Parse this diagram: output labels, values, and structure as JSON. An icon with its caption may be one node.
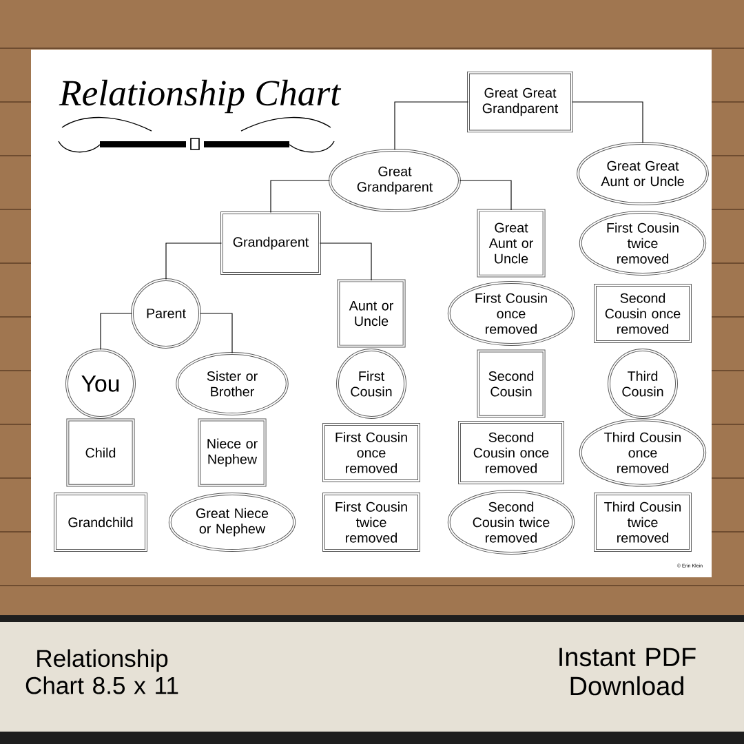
{
  "diagram": {
    "title": "Relationship Chart",
    "nodes": [
      {
        "text": [
          "Great Great Grandparent"
        ]
      },
      {
        "text": [
          "Great Grandparent"
        ]
      },
      {
        "text": [
          "Great Great Aunt or Uncle"
        ]
      },
      {
        "text": [
          "Grandparent"
        ]
      },
      {
        "text": [
          "Great Aunt or Uncle"
        ]
      },
      {
        "text": [
          "First Cousin twice removed"
        ]
      },
      {
        "text": [
          "Parent"
        ]
      },
      {
        "text": [
          "Aunt or Uncle"
        ]
      },
      {
        "text": [
          "First Cousin once removed"
        ]
      },
      {
        "text": [
          "Second Cousin once removed"
        ]
      },
      {
        "text": [
          "You"
        ]
      },
      {
        "text": [
          "Sister or Brother"
        ]
      },
      {
        "text": [
          "First Cousin"
        ]
      },
      {
        "text": [
          "Second Cousin"
        ]
      },
      {
        "text": [
          "Third Cousin"
        ]
      },
      {
        "text": [
          "Child"
        ]
      },
      {
        "text": [
          "Niece or Nephew"
        ]
      },
      {
        "text": [
          "First Cousin once removed"
        ]
      },
      {
        "text": [
          "Second Cousin once removed"
        ]
      },
      {
        "text": [
          "Third Cousin once removed"
        ]
      },
      {
        "text": [
          "Grandchild"
        ]
      },
      {
        "text": [
          "Great Niece or Nephew"
        ]
      },
      {
        "text": [
          "First Cousin twice removed"
        ]
      },
      {
        "text": [
          "Second Cousin twice removed"
        ]
      },
      {
        "text": [
          "Third Cousin twice removed"
        ]
      }
    ],
    "edges": [
      {
        "from": 0,
        "to": 1,
        "arrow": "none"
      },
      {
        "from": 0,
        "to": 2,
        "arrow": "none"
      },
      {
        "from": 1,
        "to": 3,
        "arrow": "none"
      },
      {
        "from": 1,
        "to": 4,
        "arrow": "none"
      },
      {
        "from": 3,
        "to": 6,
        "arrow": "none"
      },
      {
        "from": 3,
        "to": 7,
        "arrow": "none"
      },
      {
        "from": 6,
        "to": 10,
        "arrow": "none"
      },
      {
        "from": 6,
        "to": 11,
        "arrow": "none"
      }
    ],
    "labels": [
      "© Erin Klein",
      "Relationship Chart 8.5 x 11",
      "Instant PDF Download"
    ]
  }
}
